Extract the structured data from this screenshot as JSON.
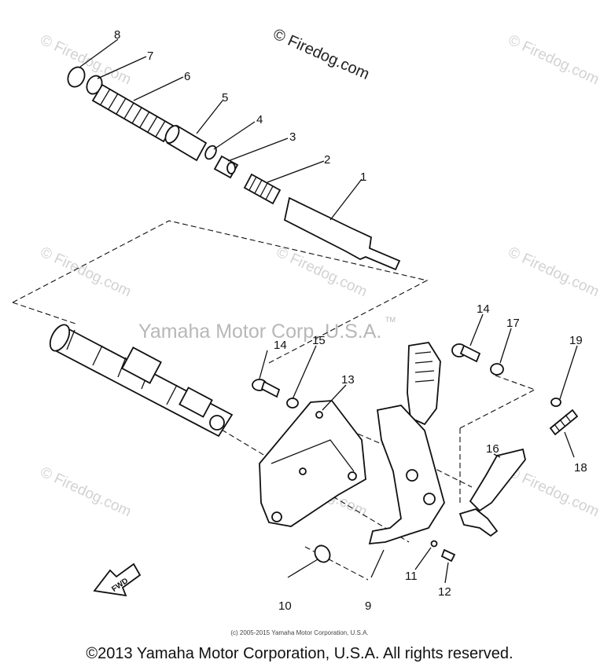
{
  "watermark": {
    "site": "© Firedog.com",
    "corp": "Yamaha Motor Corp, U.S.A.",
    "tm": "TM"
  },
  "fwd_label": "FWD",
  "parts": {
    "p1": "1",
    "p2": "2",
    "p3": "3",
    "p4": "4",
    "p5": "5",
    "p6": "6",
    "p7": "7",
    "p8": "8",
    "p9": "9",
    "p10": "10",
    "p11": "11",
    "p12": "12",
    "p13": "13",
    "p14a": "14",
    "p14b": "14",
    "p15": "15",
    "p16": "16",
    "p17": "17",
    "p18": "18",
    "p19": "19"
  },
  "footer": {
    "small": "(c) 2005-2015 Yamaha Motor Corporation, U.S.A.",
    "main": "©2013 Yamaha Motor Corporation, U.S.A. All rights reserved."
  }
}
